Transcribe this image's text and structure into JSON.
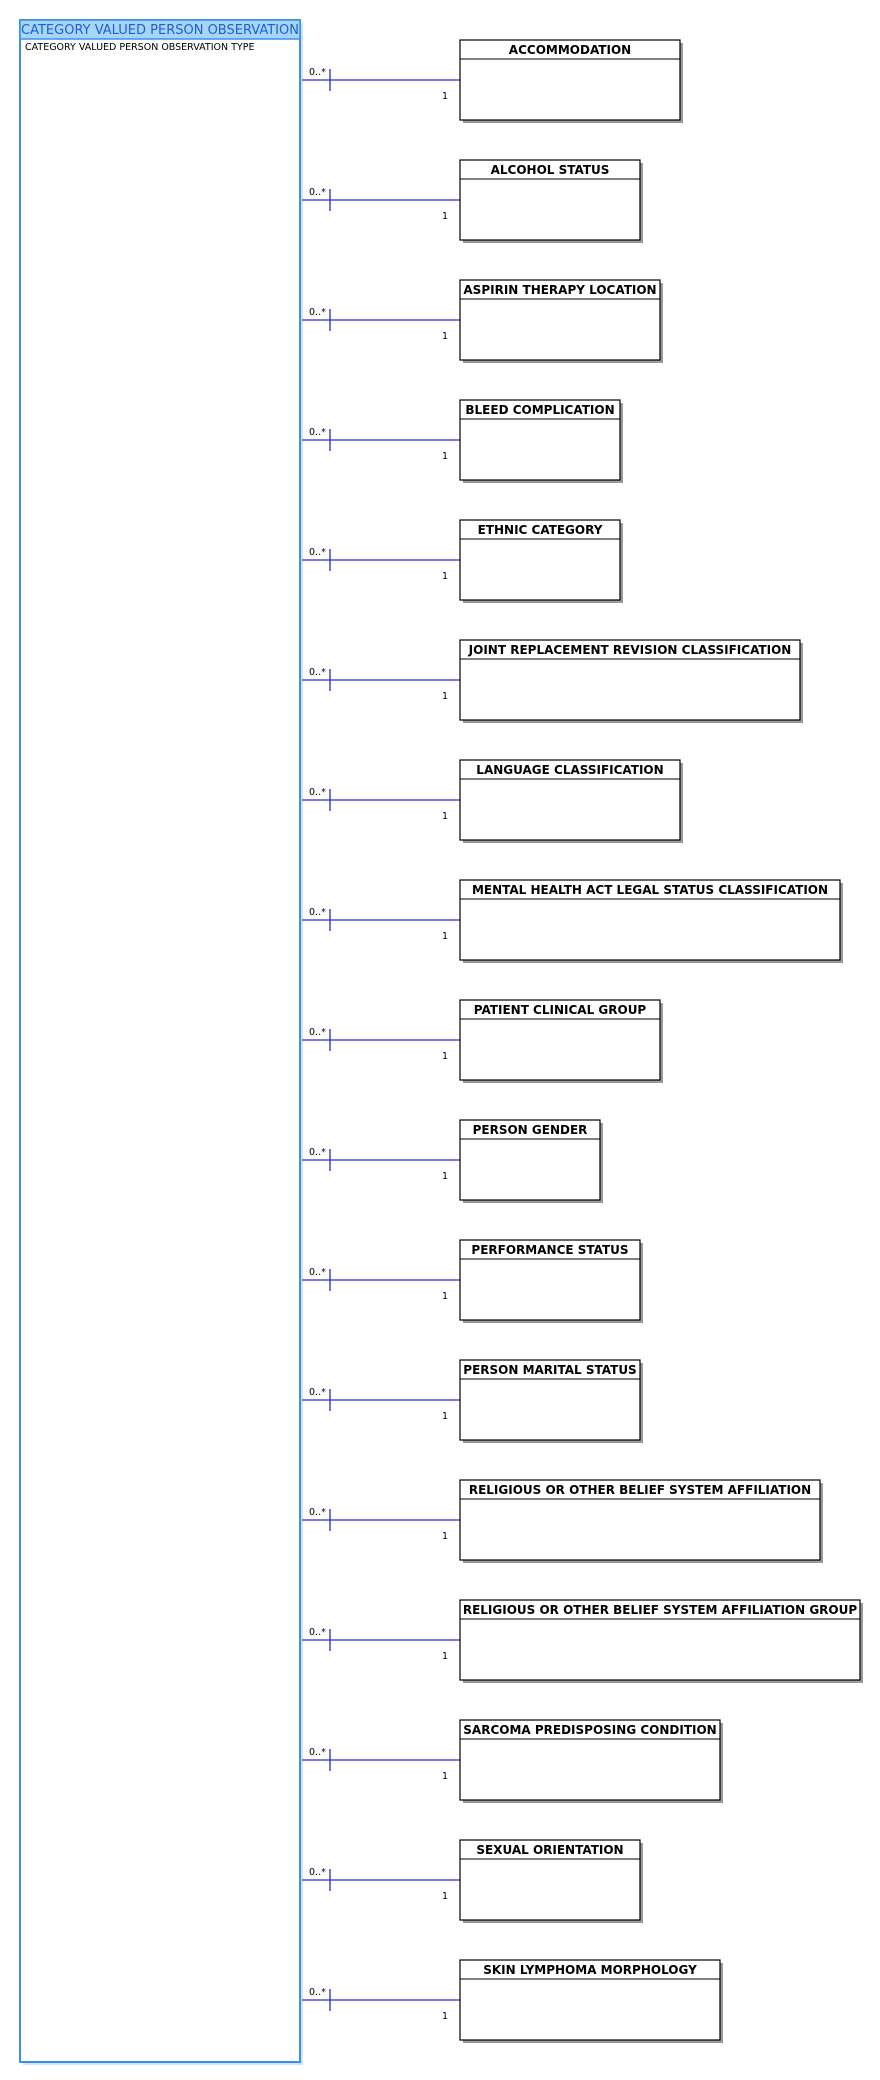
{
  "main_entity": {
    "title": "CATEGORY VALUED PERSON OBSERVATION",
    "attributes": [
      "CATEGORY VALUED PERSON OBSERVATION TYPE"
    ]
  },
  "related_entities": [
    {
      "name": "ACCOMMODATION",
      "source_multiplicity": "0..*",
      "target_multiplicity": "1"
    },
    {
      "name": "ALCOHOL STATUS",
      "source_multiplicity": "0..*",
      "target_multiplicity": "1"
    },
    {
      "name": "ASPIRIN THERAPY LOCATION",
      "source_multiplicity": "0..*",
      "target_multiplicity": "1"
    },
    {
      "name": "BLEED COMPLICATION",
      "source_multiplicity": "0..*",
      "target_multiplicity": "1"
    },
    {
      "name": "ETHNIC CATEGORY",
      "source_multiplicity": "0..*",
      "target_multiplicity": "1"
    },
    {
      "name": "JOINT REPLACEMENT REVISION CLASSIFICATION",
      "source_multiplicity": "0..*",
      "target_multiplicity": "1"
    },
    {
      "name": "LANGUAGE CLASSIFICATION",
      "source_multiplicity": "0..*",
      "target_multiplicity": "1"
    },
    {
      "name": "MENTAL HEALTH ACT LEGAL STATUS CLASSIFICATION",
      "source_multiplicity": "0..*",
      "target_multiplicity": "1"
    },
    {
      "name": "PATIENT CLINICAL GROUP",
      "source_multiplicity": "0..*",
      "target_multiplicity": "1"
    },
    {
      "name": "PERSON GENDER",
      "source_multiplicity": "0..*",
      "target_multiplicity": "1"
    },
    {
      "name": "PERFORMANCE STATUS",
      "source_multiplicity": "0..*",
      "target_multiplicity": "1"
    },
    {
      "name": "PERSON MARITAL STATUS",
      "source_multiplicity": "0..*",
      "target_multiplicity": "1"
    },
    {
      "name": "RELIGIOUS OR OTHER BELIEF SYSTEM AFFILIATION",
      "source_multiplicity": "0..*",
      "target_multiplicity": "1"
    },
    {
      "name": "RELIGIOUS OR OTHER BELIEF SYSTEM AFFILIATION GROUP",
      "source_multiplicity": "0..*",
      "target_multiplicity": "1"
    },
    {
      "name": "SARCOMA PREDISPOSING CONDITION",
      "source_multiplicity": "0..*",
      "target_multiplicity": "1"
    },
    {
      "name": "SEXUAL ORIENTATION",
      "source_multiplicity": "0..*",
      "target_multiplicity": "1"
    },
    {
      "name": "SKIN LYMPHOMA MORPHOLOGY",
      "source_multiplicity": "0..*",
      "target_multiplicity": "1"
    }
  ],
  "colors": {
    "main_border": "#3d8fe8",
    "main_header_fill": "#a6d6f7",
    "main_title_text": "#1c5fd6",
    "connector": "#2a2acc",
    "entity_border": "#000000",
    "shadow": "#9a9a9a"
  }
}
